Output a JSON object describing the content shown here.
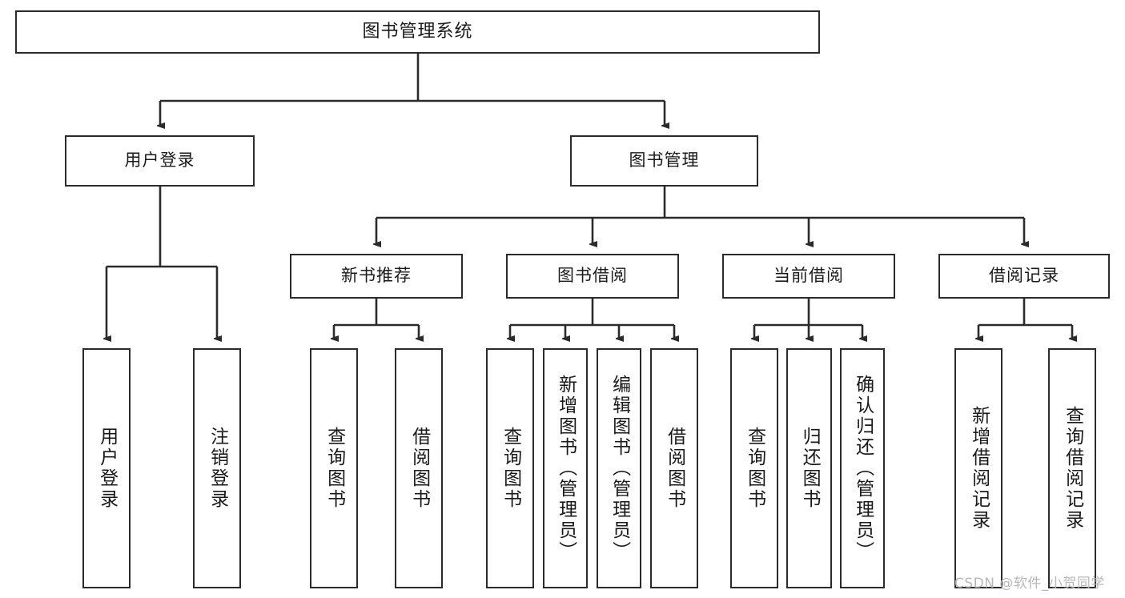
{
  "diagram": {
    "type": "tree",
    "title": "图书管理系统",
    "root": {
      "label": "图书管理系统"
    },
    "level2": [
      {
        "label": "用户登录"
      },
      {
        "label": "图书管理"
      }
    ],
    "level3": [
      {
        "label": "新书推荐"
      },
      {
        "label": "图书借阅"
      },
      {
        "label": "当前借阅"
      },
      {
        "label": "借阅记录"
      }
    ],
    "leaves": {
      "user_login": [
        {
          "label": "用户登录"
        },
        {
          "label": "注销登录"
        }
      ],
      "new_book_recommend": [
        {
          "label": "查询图书"
        },
        {
          "label": "借阅图书"
        }
      ],
      "book_borrow": [
        {
          "label": "查询图书"
        },
        {
          "label": "新增图书（管理员）"
        },
        {
          "label": "编辑图书（管理员）"
        },
        {
          "label": "借阅图书"
        }
      ],
      "current_borrow": [
        {
          "label": "查询图书"
        },
        {
          "label": "归还图书"
        },
        {
          "label": "确认归还（管理员）"
        }
      ],
      "borrow_record": [
        {
          "label": "新增借阅记录"
        },
        {
          "label": "查询借阅记录"
        }
      ]
    }
  },
  "watermark": {
    "text": "CSDN @软件_小贺同学"
  },
  "colors": {
    "stroke": "#2b2b2b",
    "background": "#ffffff",
    "text": "#1a1a1a",
    "watermark": "#b8b8b8"
  }
}
